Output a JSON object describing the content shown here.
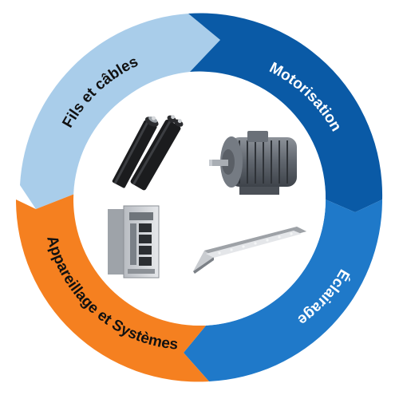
{
  "segments": [
    {
      "id": "fils",
      "label": "Fils et câbles",
      "color": "#a9cdea",
      "text_color": "#111111"
    },
    {
      "id": "motor",
      "label": "Motorisation",
      "color": "#0a5aa6",
      "text_color": "#ffffff"
    },
    {
      "id": "eclairage",
      "label": "Éclairage",
      "color": "#1f79c9",
      "text_color": "#ffffff"
    },
    {
      "id": "appareillage",
      "label": "Appareillage et Systèmes",
      "color": "#f58020",
      "text_color": "#111111"
    }
  ],
  "products": [
    {
      "name": "cables-image"
    },
    {
      "name": "motor-image"
    },
    {
      "name": "switchgear-cabinet-image"
    },
    {
      "name": "led-light-fixture-image"
    }
  ]
}
